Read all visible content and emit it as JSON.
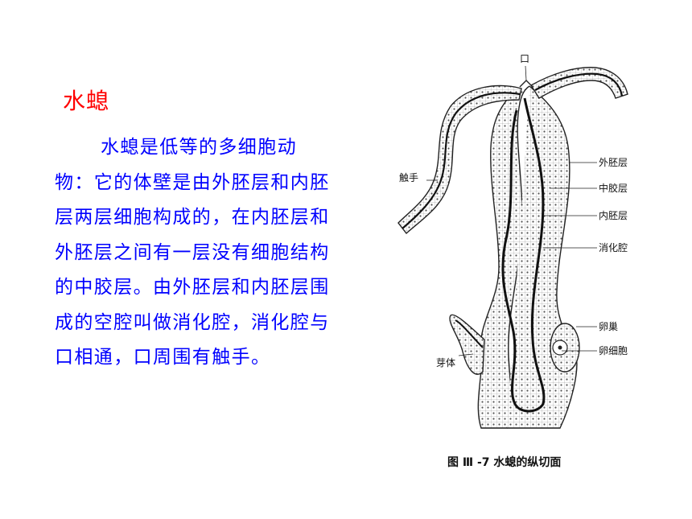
{
  "title": "水螅",
  "body": "水螅是低等的多细胞动物：它的体壁是由外胚层和内胚层两层细胞构成的，在内胚层和外胚层之间有一层没有细胞结构的中胶层。由外胚层和内胚层围成的空腔叫做消化腔，消化腔与口相通，口周围有触手。",
  "figure": {
    "labels": {
      "mouth": "口",
      "tentacle": "触手",
      "ectoderm": "外胚层",
      "mesoglea": "中胶层",
      "endoderm": "内胚层",
      "gastric_cavity": "消化腔",
      "ovary": "卵巢",
      "egg_cell": "卵细胞",
      "bud": "芽体"
    },
    "caption": "图 Ⅲ -7   水螅的纵切面"
  }
}
